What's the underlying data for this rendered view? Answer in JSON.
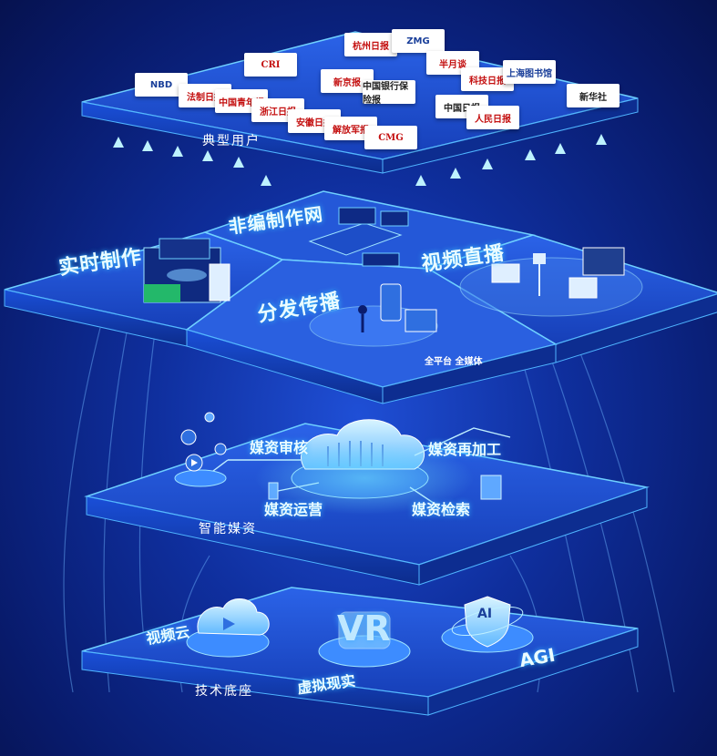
{
  "layers": {
    "top": "典型用户",
    "platform_tag": "全平台 全媒体",
    "middle": "智能媒资",
    "bottom": "技术底座"
  },
  "platform": {
    "realtime": "实时制作",
    "nonlinear": "非编制作网",
    "live": "视频直播",
    "distribute": "分发传播"
  },
  "media_assets": {
    "audit": "媒资审核",
    "reprocess": "媒资再加工",
    "operate": "媒资运营",
    "search": "媒资检索"
  },
  "tech": {
    "cloud": "视频云",
    "vr_label": "虚拟现实",
    "vr_glyph": "VR",
    "agi_label": "AGI",
    "ai_glyph": "AI"
  },
  "users": [
    {
      "name": "NBD"
    },
    {
      "name": "CRI"
    },
    {
      "name": "杭州日报"
    },
    {
      "name": "ZMG"
    },
    {
      "name": "法制日报"
    },
    {
      "name": "新京报"
    },
    {
      "name": "半月谈"
    },
    {
      "name": "科技日报"
    },
    {
      "name": "中国青年报"
    },
    {
      "name": "中国银行保险报"
    },
    {
      "name": "上海图书馆"
    },
    {
      "name": "浙江日报"
    },
    {
      "name": "安徽日报"
    },
    {
      "name": "解放军报"
    },
    {
      "name": "中国日报"
    },
    {
      "name": "人民日报"
    },
    {
      "name": "CMG"
    },
    {
      "name": "新华社"
    }
  ],
  "colors": {
    "bg": "#0f2f9e",
    "glow": "#4fd4ff",
    "plate": "#1a4ad0"
  }
}
